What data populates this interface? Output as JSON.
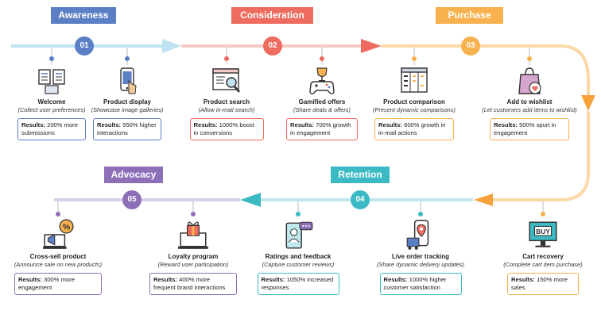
{
  "stages": [
    {
      "label": "Awareness",
      "number": "01",
      "color": "#5b7fc4"
    },
    {
      "label": "Consideration",
      "number": "02",
      "color": "#ee6b5f"
    },
    {
      "label": "Purchase",
      "number": "03",
      "color": "#f7b14e"
    },
    {
      "label": "Retention",
      "number": "04",
      "color": "#3bbac4"
    },
    {
      "label": "Advocacy",
      "number": "05",
      "color": "#8d6fb8"
    }
  ],
  "results_prefix": "Results:",
  "steps": [
    {
      "title": "Welcome",
      "subtitle": "(Collect user preferences)",
      "results": "200% more submissions",
      "icon": "document-grid-icon"
    },
    {
      "title": "Product display",
      "subtitle": "(Showcase image galleries)",
      "results": "550% higher interactions",
      "icon": "smartphone-touch-icon"
    },
    {
      "title": "Product search",
      "subtitle": "(Allow in-mail search)",
      "results": "1000% boost in conversions",
      "icon": "browser-search-icon"
    },
    {
      "title": "Gamified offers",
      "subtitle": "(Share deals & offers)",
      "results": "700% growth in engagement",
      "icon": "gamepad-trophy-icon"
    },
    {
      "title": "Product comparison",
      "subtitle": "(Present dynamic comparisons)",
      "results": "600% growth in in-mail actions",
      "icon": "comparison-table-icon"
    },
    {
      "title": "Add to wishlist",
      "subtitle": "(Let customers add items to wishlist)",
      "results": "500% spurt in engagement",
      "icon": "shopping-bag-heart-icon"
    },
    {
      "title": "Cross-sell product",
      "subtitle": "(Announce sale on new products)",
      "results": "300% more engagement",
      "icon": "megaphone-laptop-icon"
    },
    {
      "title": "Loyalty program",
      "subtitle": "(Reward user participation)",
      "results": "400% more frequent brand interactions",
      "icon": "gift-laptop-icon"
    },
    {
      "title": "Ratings and feedback",
      "subtitle": "(Capture customer reviews)",
      "results": "1050% increased responses",
      "icon": "chat-feedback-icon"
    },
    {
      "title": "Live order tracking",
      "subtitle": "(Share dynamic delivery updates)",
      "results": "1000% higher customer satisfaction",
      "icon": "phone-tracking-icon"
    },
    {
      "title": "Cart recovery",
      "subtitle": "(Complete cart item purchase)",
      "results": "150% more sales",
      "icon": "buy-monitor-icon"
    }
  ]
}
